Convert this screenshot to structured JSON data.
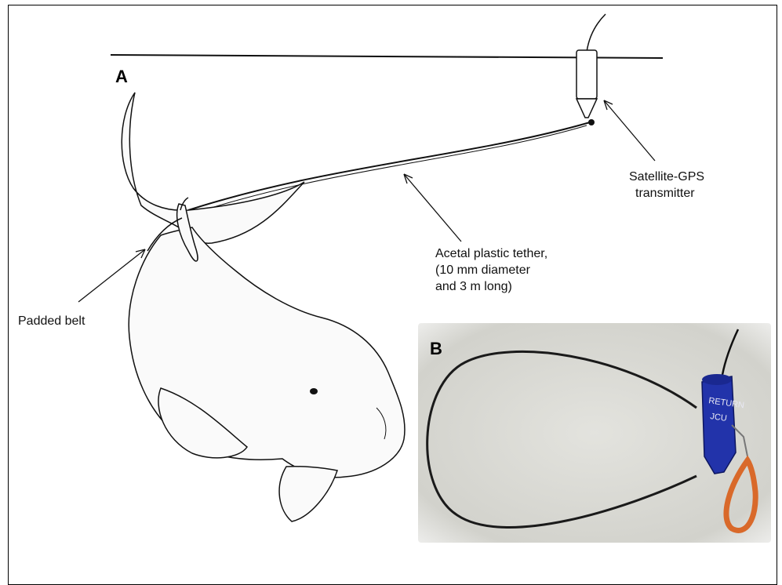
{
  "panels": {
    "a_letter": "A",
    "b_letter": "B"
  },
  "labels": {
    "transmitter": [
      "Satellite-GPS",
      "transmitter"
    ],
    "tether": [
      "Acetal plastic tether,",
      "(10 mm diameter",
      "and 3 m long)"
    ],
    "belt": "Padded belt"
  },
  "photo_tag": {
    "line1": "RETURN",
    "line2": "JCU"
  },
  "colors": {
    "ink": "#111111",
    "photo_bg": "#dcdcd6",
    "transmitter_blue": "#2233aa",
    "strap_orange": "#d9692a"
  }
}
